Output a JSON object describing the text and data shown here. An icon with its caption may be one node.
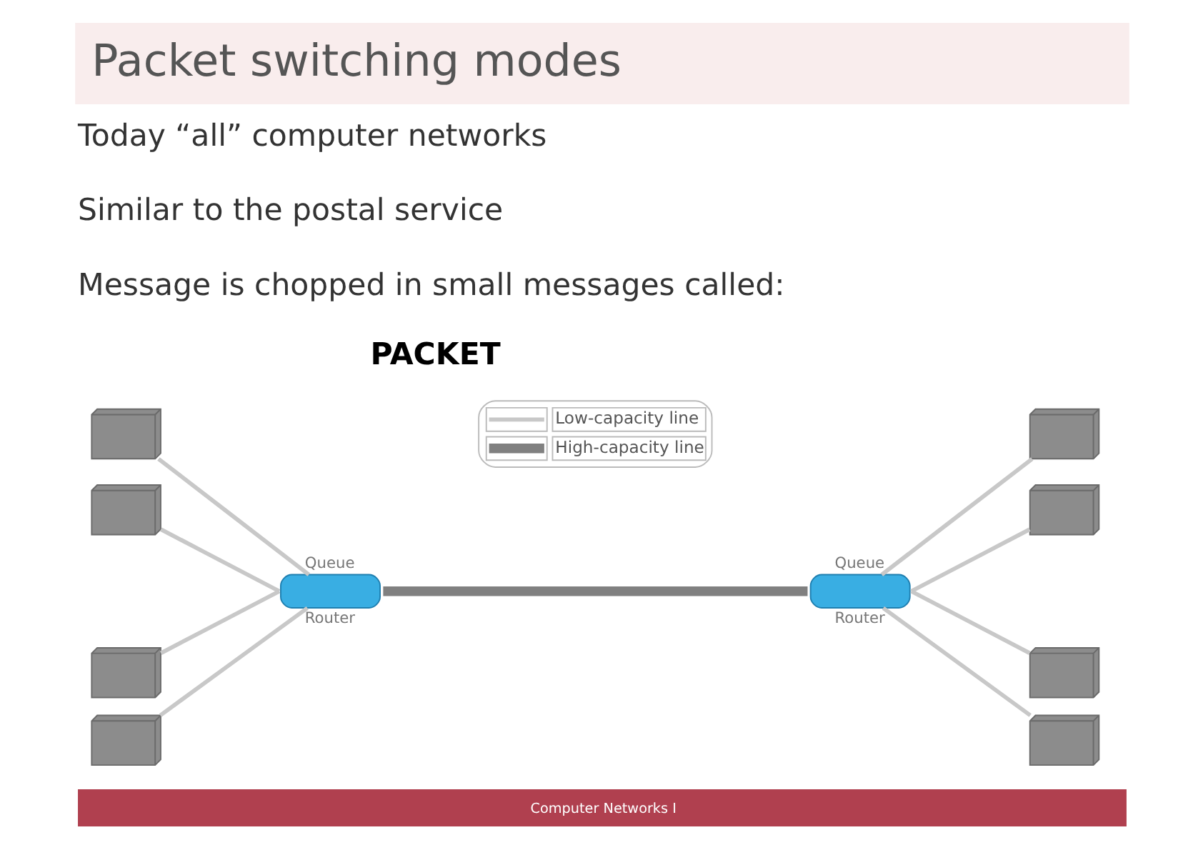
{
  "diagram": {
    "title": "Packet switching modes",
    "nodes": [
      {
        "text": [],
        "shape": "picture"
      },
      {
        "text": [],
        "shape": "picture"
      },
      {
        "text": [],
        "shape": "picture"
      },
      {
        "text": [],
        "shape": "picture"
      },
      {
        "text": [],
        "shape": "ellipse",
        "beside": [
          "Queue",
          "Router"
        ]
      },
      {
        "text": [],
        "shape": "ellipse",
        "beside": [
          "Queue",
          "Router"
        ]
      },
      {
        "text": [],
        "shape": "picture"
      },
      {
        "text": [],
        "shape": "picture"
      },
      {
        "text": [],
        "shape": "picture"
      },
      {
        "text": [],
        "shape": "picture"
      }
    ],
    "edges": [
      {
        "from": 0,
        "to": 4,
        "arrow": "none"
      },
      {
        "from": 1,
        "to": 4,
        "arrow": "none"
      },
      {
        "from": 2,
        "to": 4,
        "arrow": "none"
      },
      {
        "from": 3,
        "to": 4,
        "arrow": "none"
      },
      {
        "from": 4,
        "to": 5,
        "arrow": "none",
        "style": "thick",
        "color": "#808080"
      },
      {
        "from": 5,
        "to": 6,
        "arrow": "none"
      },
      {
        "from": 5,
        "to": 7,
        "arrow": "none"
      },
      {
        "from": 5,
        "to": 8,
        "arrow": "none"
      },
      {
        "from": 5,
        "to": 9,
        "arrow": "none"
      }
    ],
    "labels": [
      "Today “all” computer networks",
      "Similar to the postal service",
      "Message is chopped in small messages called:",
      "PACKET",
      "Computer Networks I"
    ],
    "legend": [
      {
        "text": "Low-capacity line"
      },
      {
        "text": "High-capacity line"
      }
    ]
  }
}
